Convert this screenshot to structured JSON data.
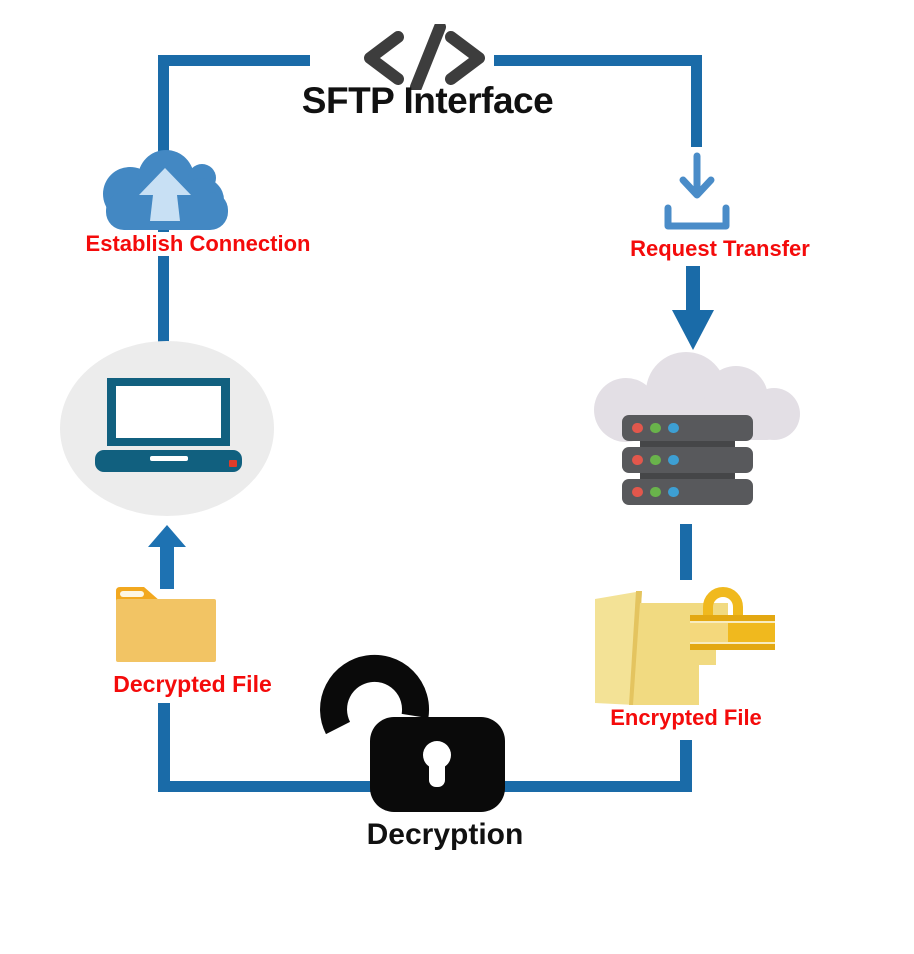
{
  "diagram": {
    "title": "SFTP Interface",
    "caption": "Decryption",
    "nodes": {
      "establish_connection": "Establish Connection",
      "request_transfer": "Request Transfer",
      "decrypted_file": "Decrypted File",
      "encrypted_file": "Encrypted File"
    },
    "icons": {
      "code": "angle brackets with slash (SFTP interface)",
      "cloud_upload": "blue cloud with up arrow",
      "download_tray": "arrow down into tray",
      "arrow_down": "thick blue down arrow",
      "server_cloud": "gray cloud over server rack",
      "laptop": "laptop on gray ellipse",
      "arrow_up": "thick blue up arrow",
      "folder": "amber folder (decrypted)",
      "folder_locked": "open folder with gold padlock (encrypted)",
      "open_padlock": "black open padlock (decryption)"
    },
    "colors": {
      "line_blue": "#1a6ba8",
      "arrow_blue": "#1e72b2",
      "icon_blue_light": "#4a8cc8",
      "cloud_blue": "#4388c3",
      "cloud_arrow": "#c8e0f4",
      "label_red": "#f40b0b",
      "text_black": "#111111",
      "code_gray": "#3d3d3d",
      "laptop_teal": "#11607f",
      "laptop_dot_red": "#e03c2a",
      "ellipse_gray": "#ececec",
      "server_gray": "#58595c",
      "server_dark": "#454648",
      "server_cloud": "#e3dfe5",
      "dot_red": "#e2574c",
      "dot_green": "#69b34b",
      "dot_blue": "#3d9fd3",
      "folder_amber": "#f2c464",
      "folder_tab": "#f2a81f",
      "openfolder_front": "#f1da81",
      "openfolder_flap": "#f3e296",
      "openfolder_edge": "#e4c45f",
      "lock_gold": "#f0b91e",
      "lock_gold_dark": "#e3a812",
      "lock_gold_light": "#f4d87c",
      "padlock_black": "#0a0a0a"
    }
  }
}
